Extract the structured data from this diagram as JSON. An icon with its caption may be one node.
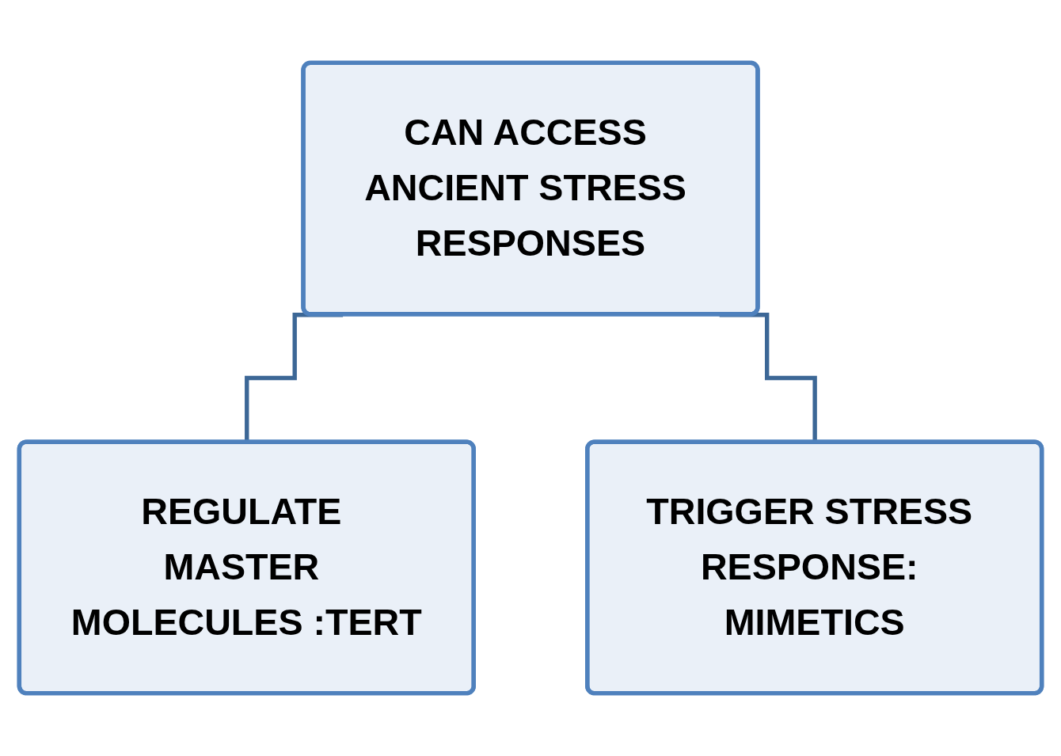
{
  "diagram": {
    "nodes": [
      {
        "text": [
          "CAN ACCESS ANCIENT STRESS RESPONSES"
        ]
      },
      {
        "text": [
          "REGULATE MASTER MOLECULES :TERT"
        ]
      },
      {
        "text": [
          "TRIGGER STRESS RESPONSE: MIMETICS"
        ]
      }
    ],
    "edges": [
      {
        "from": 0,
        "to": 1,
        "arrow": "none"
      },
      {
        "from": 0,
        "to": 2,
        "arrow": "none"
      }
    ]
  }
}
